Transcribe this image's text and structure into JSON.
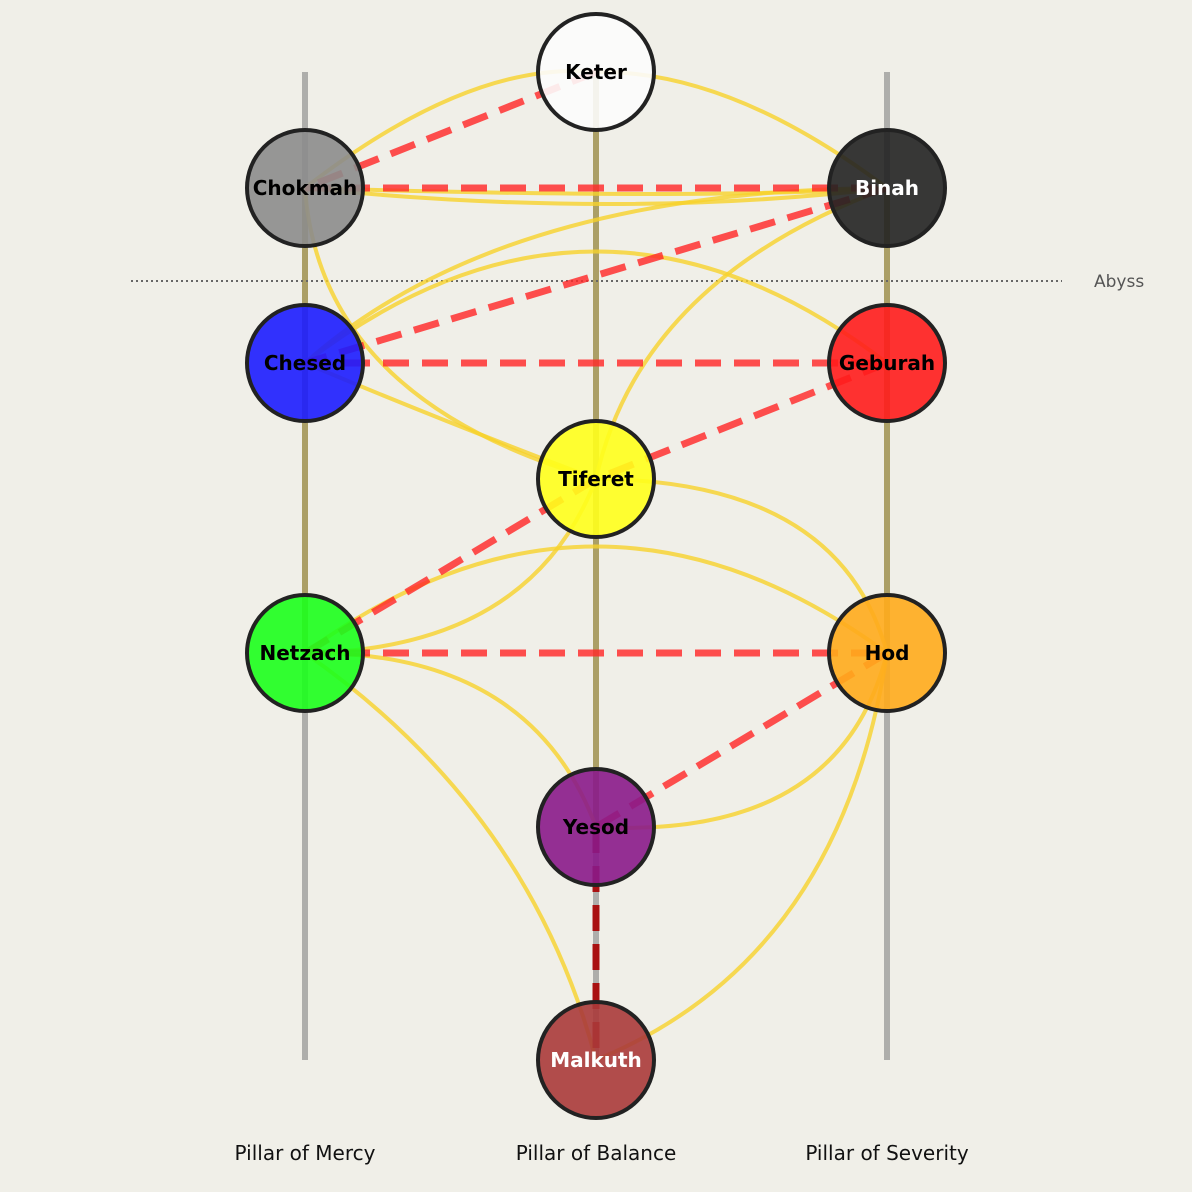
{
  "abyss_label": "Abyss",
  "pillars": [
    {
      "name": "Pillar of Mercy",
      "color": "#8a8a8a"
    },
    {
      "name": "Pillar of Balance",
      "color": "#8a8a8a"
    },
    {
      "name": "Pillar of Severity",
      "color": "#8a8a8a"
    }
  ],
  "sephirot": [
    {
      "name": "Keter",
      "fill": "#fcfcfc",
      "text_color": "#000000"
    },
    {
      "name": "Chokmah",
      "fill": "#8c8c8c",
      "text_color": "#000000"
    },
    {
      "name": "Binah",
      "fill": "#222222",
      "text_color": "#ffffff"
    },
    {
      "name": "Chesed",
      "fill": "#1c1cff",
      "text_color": "#000000"
    },
    {
      "name": "Geburah",
      "fill": "#ff1c1c",
      "text_color": "#000000"
    },
    {
      "name": "Tiferet",
      "fill": "#ffff1c",
      "text_color": "#000000"
    },
    {
      "name": "Netzach",
      "fill": "#1cff1c",
      "text_color": "#000000"
    },
    {
      "name": "Hod",
      "fill": "#ffab1c",
      "text_color": "#000000"
    },
    {
      "name": "Yesod",
      "fill": "#8a1a8a",
      "text_color": "#000000"
    },
    {
      "name": "Malkuth",
      "fill": "#aa3a3a",
      "text_color": "#ffffff"
    }
  ],
  "colors": {
    "background": "#f0efe8",
    "curved_paths": "#f7d22a",
    "dashed_paths": "#ff2a2a",
    "node_stroke": "#222222"
  }
}
